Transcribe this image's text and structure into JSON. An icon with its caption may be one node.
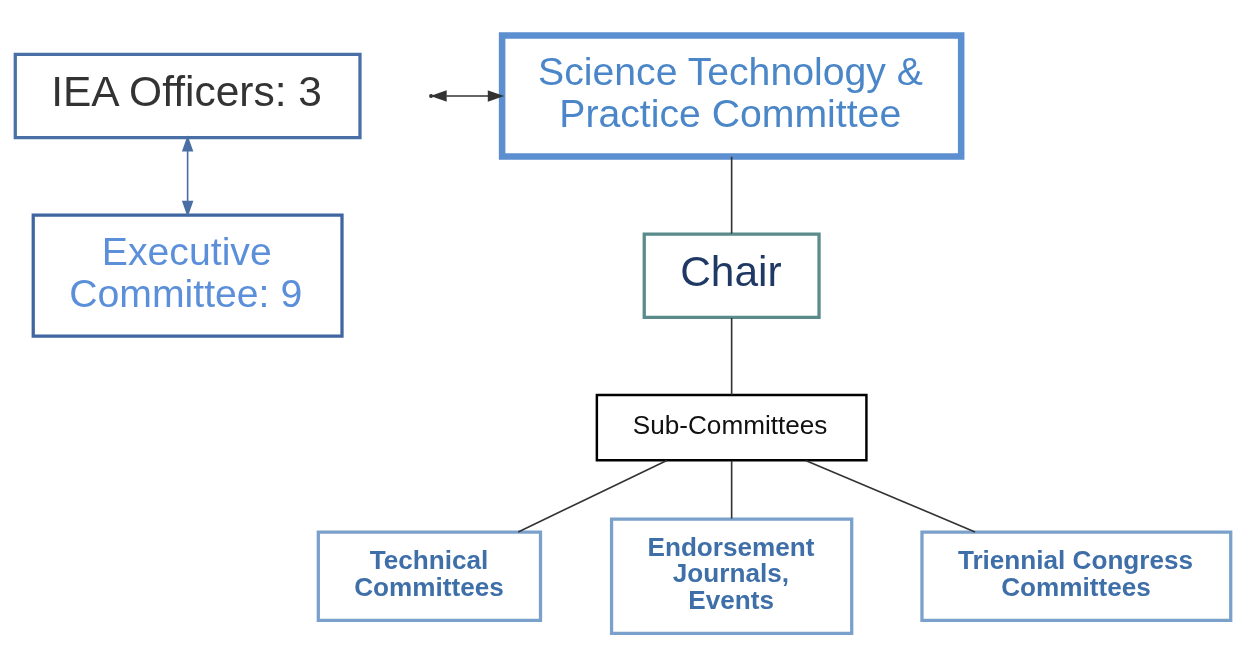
{
  "diagram": {
    "nodes": [
      {
        "text": [
          "IEA Officers: 3"
        ]
      },
      {
        "text": [
          "Executive Committee: 9"
        ]
      },
      {
        "text": [
          "Science Technology & Practice Committee"
        ]
      },
      {
        "text": [
          "Chair"
        ]
      },
      {
        "text": [
          "Sub-Committees"
        ]
      },
      {
        "text": [
          "Technical Committees"
        ]
      },
      {
        "text": [
          "Endorsement Journals, Events"
        ]
      },
      {
        "text": [
          "Triennial Congress Committees"
        ]
      }
    ],
    "edges": [
      {
        "from": 0,
        "to": 1,
        "arrow": "both",
        "color": "#4a6fa5"
      },
      {
        "from": null,
        "to": 2,
        "arrow": "both"
      },
      {
        "from": 2,
        "to": 3,
        "arrow": "none"
      },
      {
        "from": 3,
        "to": 4,
        "arrow": "none"
      },
      {
        "from": 4,
        "to": 5,
        "arrow": "none"
      },
      {
        "from": 4,
        "to": 6,
        "arrow": "none"
      },
      {
        "from": 4,
        "to": 7,
        "arrow": "none"
      }
    ]
  }
}
